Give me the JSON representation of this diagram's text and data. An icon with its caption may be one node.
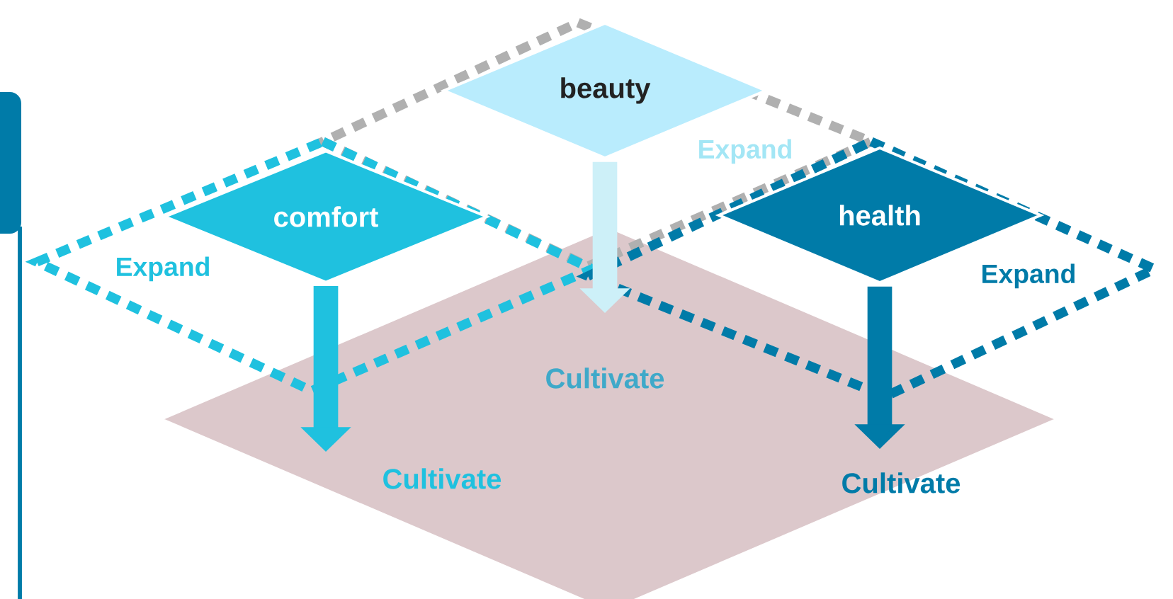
{
  "diagram": {
    "nodes": [
      {
        "text": [
          "beauty"
        ]
      },
      {
        "text": [
          "comfort"
        ]
      },
      {
        "text": [
          "health"
        ]
      },
      {
        "text": [],
        "shape": "diamond"
      }
    ],
    "edges": [
      {
        "from": 0,
        "to": 3,
        "arrow": "to",
        "label": "Cultivate",
        "color": "#cdf0f8"
      },
      {
        "from": 1,
        "to": 3,
        "arrow": "to",
        "label": "Cultivate",
        "color": "#1fc1df"
      },
      {
        "from": 2,
        "to": 3,
        "arrow": "to",
        "label": "Cultivate",
        "color": "#007ba8"
      }
    ],
    "labels": [
      "Expand",
      "Expand",
      "Expand"
    ]
  }
}
